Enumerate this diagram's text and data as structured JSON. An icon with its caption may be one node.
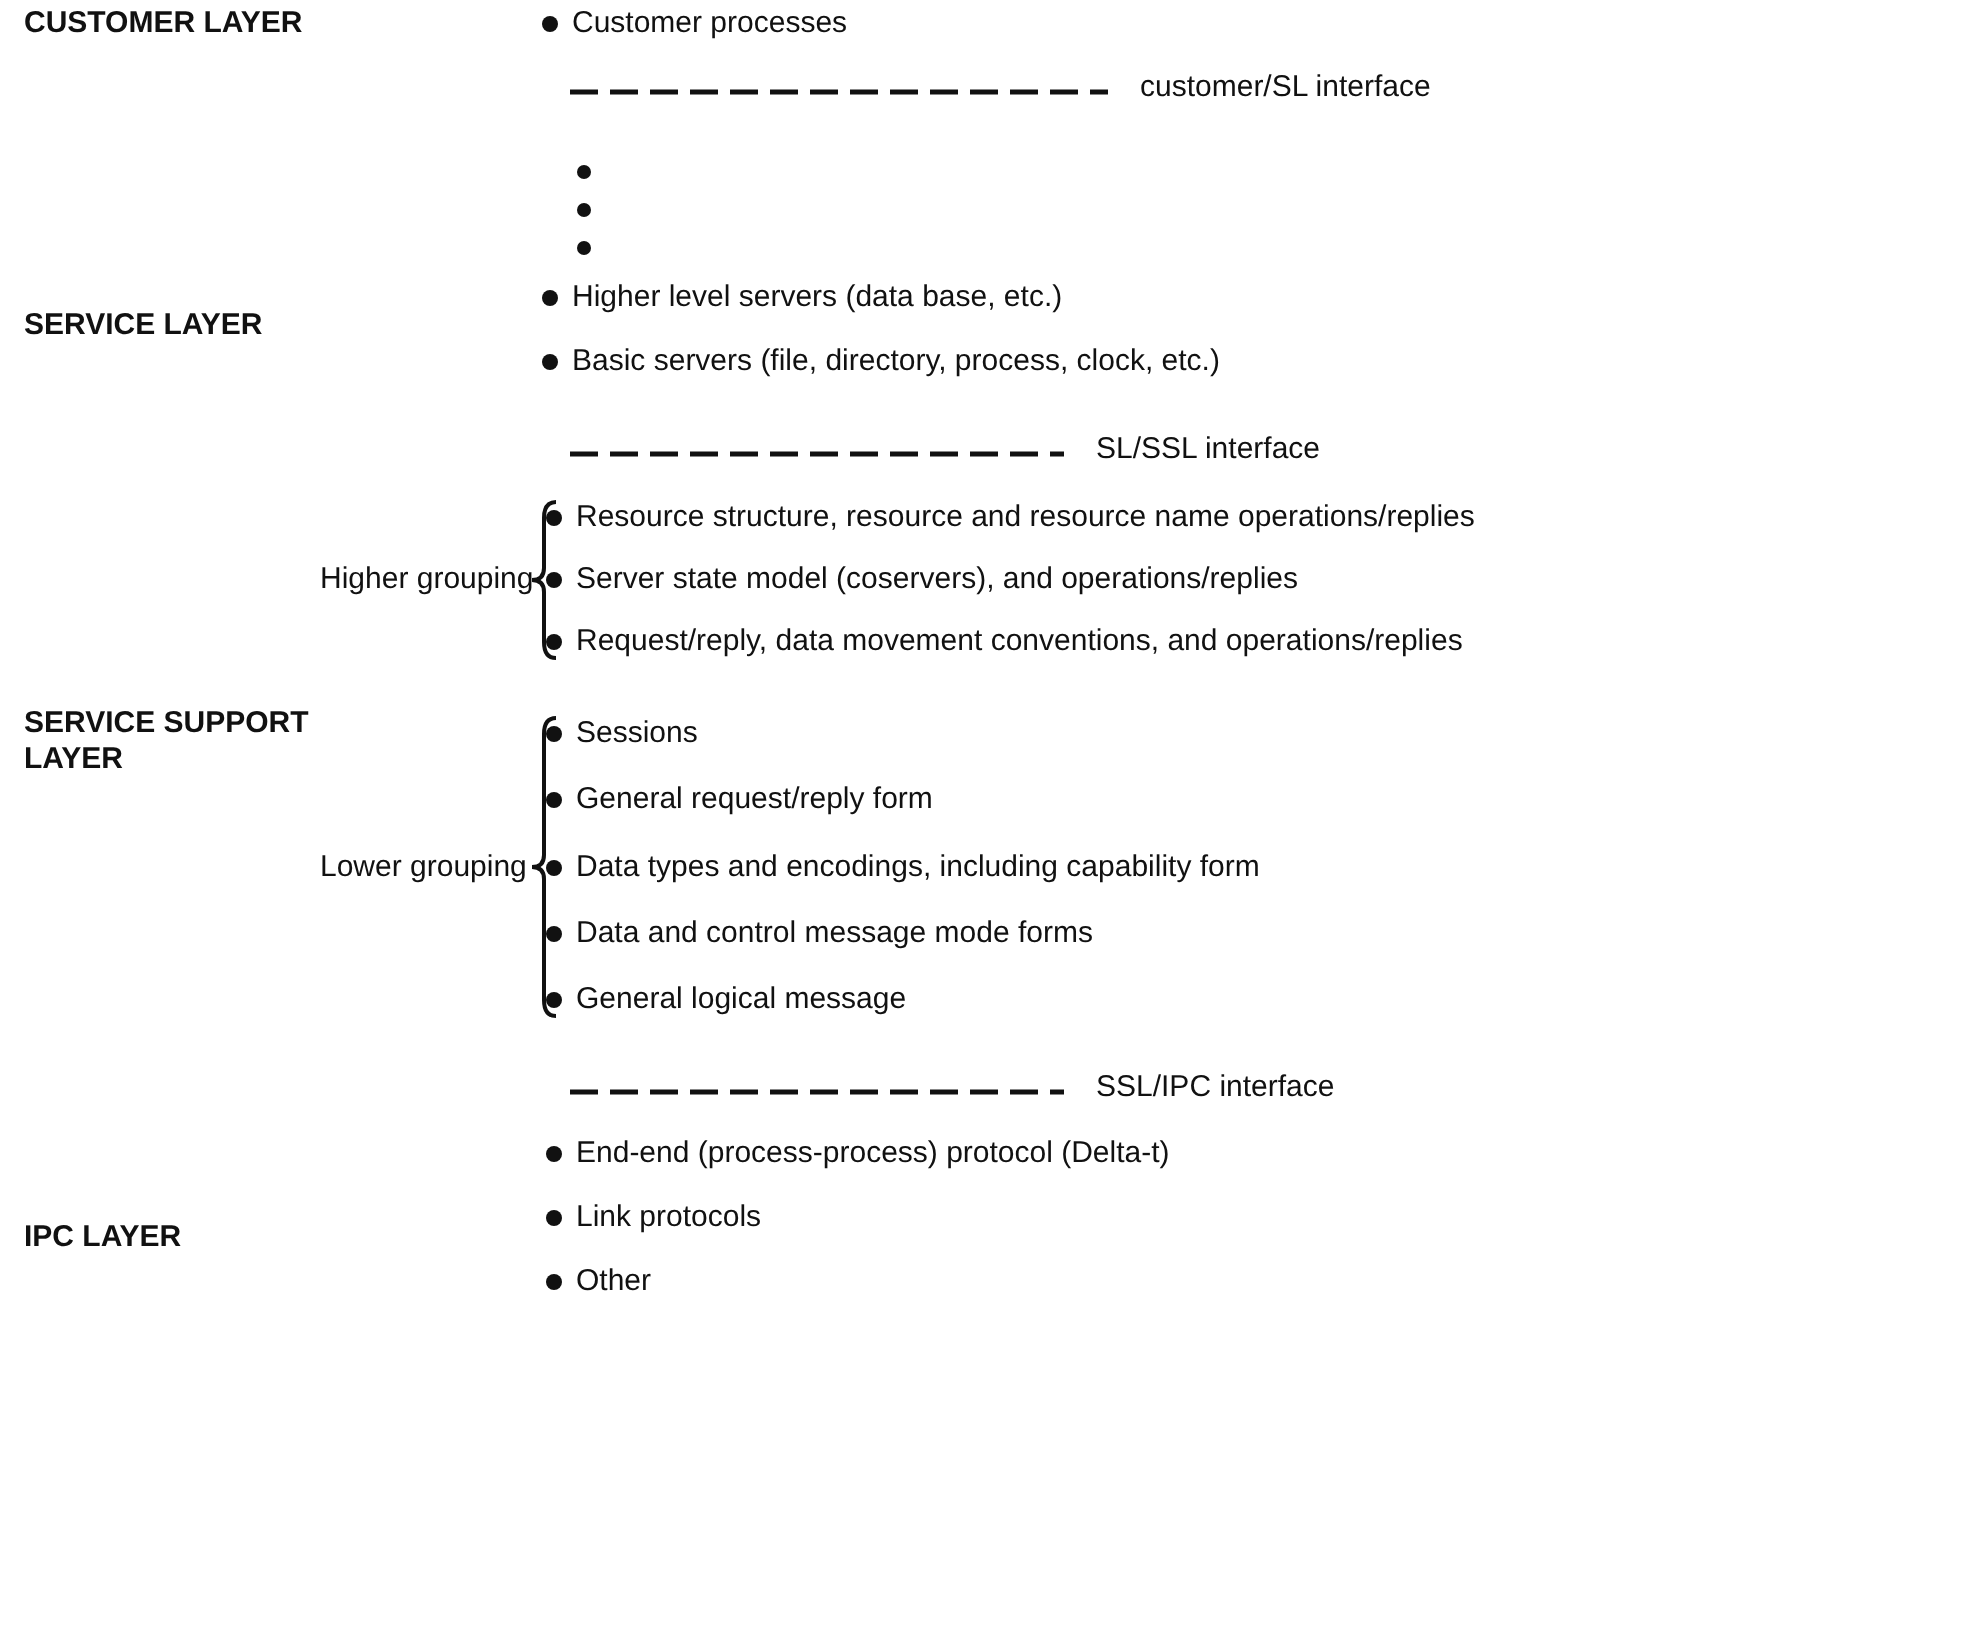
{
  "diagram": {
    "labels": [
      "CUSTOMER LAYER",
      "Customer processes",
      "customer/SL interface",
      "Higher level servers (data base, etc.)",
      "SERVICE LAYER",
      "Basic servers (file, directory, process, clock, etc.)",
      "SL/SSL interface",
      "Resource structure, resource and resource name operations/replies",
      "Higher grouping",
      "Server state model (coservers), and operations/replies",
      "Request/reply, data movement conventions, and operations/replies",
      "SERVICE SUPPORT LAYER",
      "Sessions",
      "General request/reply form",
      "Lower grouping",
      "Data types and encodings, including capability form",
      "Data and control message mode forms",
      "General logical message",
      "SSL/IPC interface",
      "End-end (process-process) protocol (Delta-t)",
      "IPC LAYER",
      "Link protocols",
      "Other"
    ]
  }
}
